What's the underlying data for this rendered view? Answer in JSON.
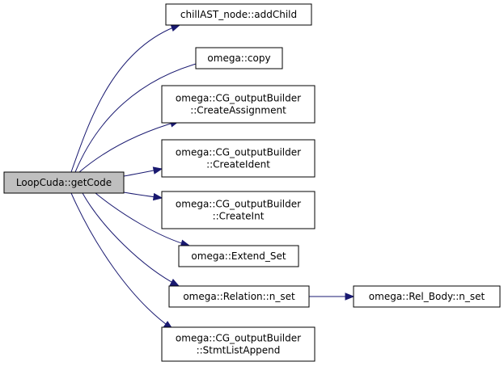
{
  "graph": {
    "root": {
      "id": "root",
      "lines": [
        "LoopCuda::getCode"
      ],
      "fill": "#bfbfbf"
    },
    "nodes": [
      {
        "id": "addChild",
        "lines": [
          "chillAST_node::addChild"
        ]
      },
      {
        "id": "copy",
        "lines": [
          "omega::copy"
        ]
      },
      {
        "id": "createAssignment",
        "lines": [
          "omega::CG_outputBuilder",
          "::CreateAssignment"
        ]
      },
      {
        "id": "createIdent",
        "lines": [
          "omega::CG_outputBuilder",
          "::CreateIdent"
        ]
      },
      {
        "id": "createInt",
        "lines": [
          "omega::CG_outputBuilder",
          "::CreateInt"
        ]
      },
      {
        "id": "extendSet",
        "lines": [
          "omega::Extend_Set"
        ]
      },
      {
        "id": "relationNSet",
        "lines": [
          "omega::Relation::n_set"
        ]
      },
      {
        "id": "relBodyNSet",
        "lines": [
          "omega::Rel_Body::n_set"
        ]
      },
      {
        "id": "stmtListAppend",
        "lines": [
          "omega::CG_outputBuilder",
          "::StmtListAppend"
        ]
      }
    ],
    "edges": [
      {
        "from": "root",
        "to": "addChild"
      },
      {
        "from": "root",
        "to": "copy"
      },
      {
        "from": "root",
        "to": "createAssignment"
      },
      {
        "from": "root",
        "to": "createIdent"
      },
      {
        "from": "root",
        "to": "createInt"
      },
      {
        "from": "root",
        "to": "extendSet"
      },
      {
        "from": "root",
        "to": "relationNSet"
      },
      {
        "from": "root",
        "to": "stmtListAppend"
      },
      {
        "from": "relationNSet",
        "to": "relBodyNSet"
      }
    ],
    "edge_color": "#191970"
  }
}
